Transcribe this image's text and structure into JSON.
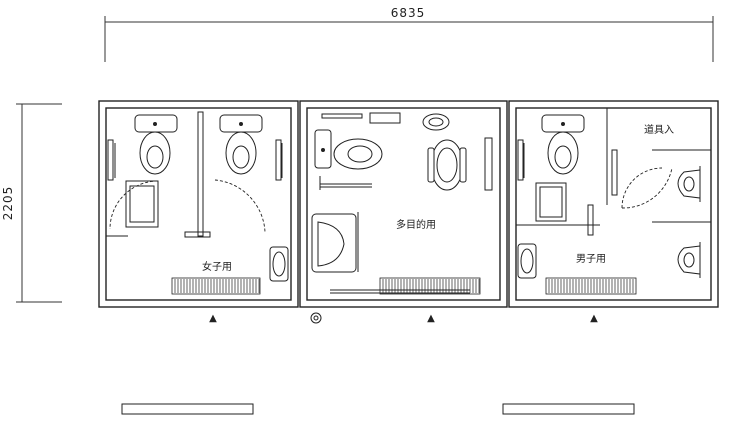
{
  "dimensions": {
    "width_label": "6835",
    "height_label": "2205"
  },
  "rooms": {
    "womens": {
      "label": "女子用"
    },
    "multipurpose": {
      "label": "多目的用"
    },
    "mens": {
      "label": "男子用"
    },
    "storage": {
      "label": "道具入"
    }
  },
  "symbols": {
    "entrance_marker": "▲"
  }
}
